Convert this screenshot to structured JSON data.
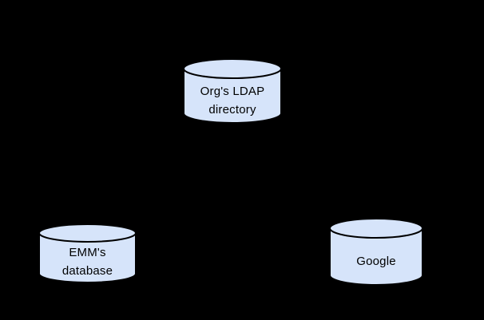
{
  "diagram": {
    "background_color": "#000000",
    "node_fill_color": "#d6e4fa",
    "node_stroke_color": "#000000",
    "nodes": [
      {
        "id": "ldap-directory",
        "shape": "database-cylinder",
        "line1": "Org's LDAP",
        "line2": "directory",
        "position": "top-center"
      },
      {
        "id": "emm-database",
        "shape": "database-cylinder",
        "line1": "EMM's",
        "line2": "database",
        "position": "bottom-left"
      },
      {
        "id": "google",
        "shape": "database-cylinder",
        "line1": "Google",
        "position": "bottom-right"
      }
    ]
  }
}
